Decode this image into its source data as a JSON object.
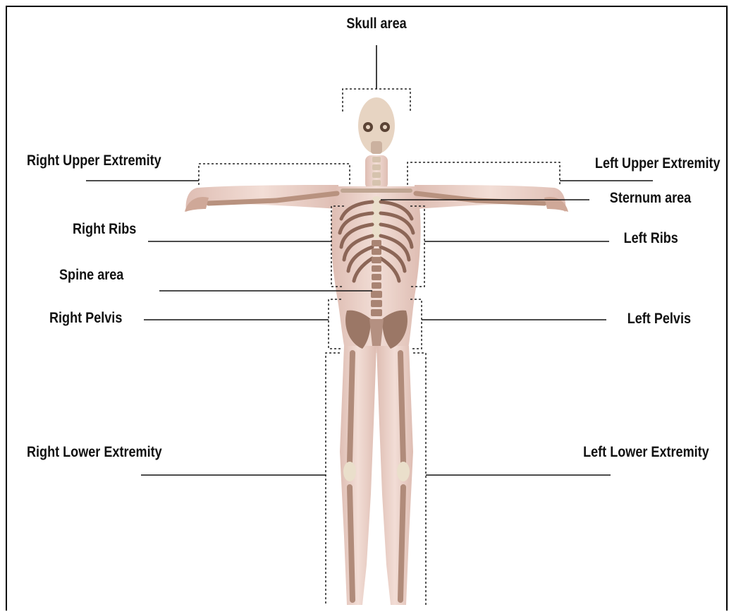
{
  "labels": {
    "skull": "Skull area",
    "right_upper_extremity": "Right Upper Extremity",
    "left_upper_extremity": "Left Upper Extremity",
    "sternum": "Sternum area",
    "right_ribs": "Right Ribs",
    "left_ribs": "Left Ribs",
    "spine": "Spine area",
    "right_pelvis": "Right Pelvis",
    "left_pelvis": "Left Pelvis",
    "right_lower_extremity": "Right Lower Extremity",
    "left_lower_extremity": "Left Lower Extremity"
  },
  "colors": {
    "skin": "#e9cdc3",
    "bone": "#e8dcc4",
    "muscle": "#a77f6f",
    "line": "#111111"
  }
}
